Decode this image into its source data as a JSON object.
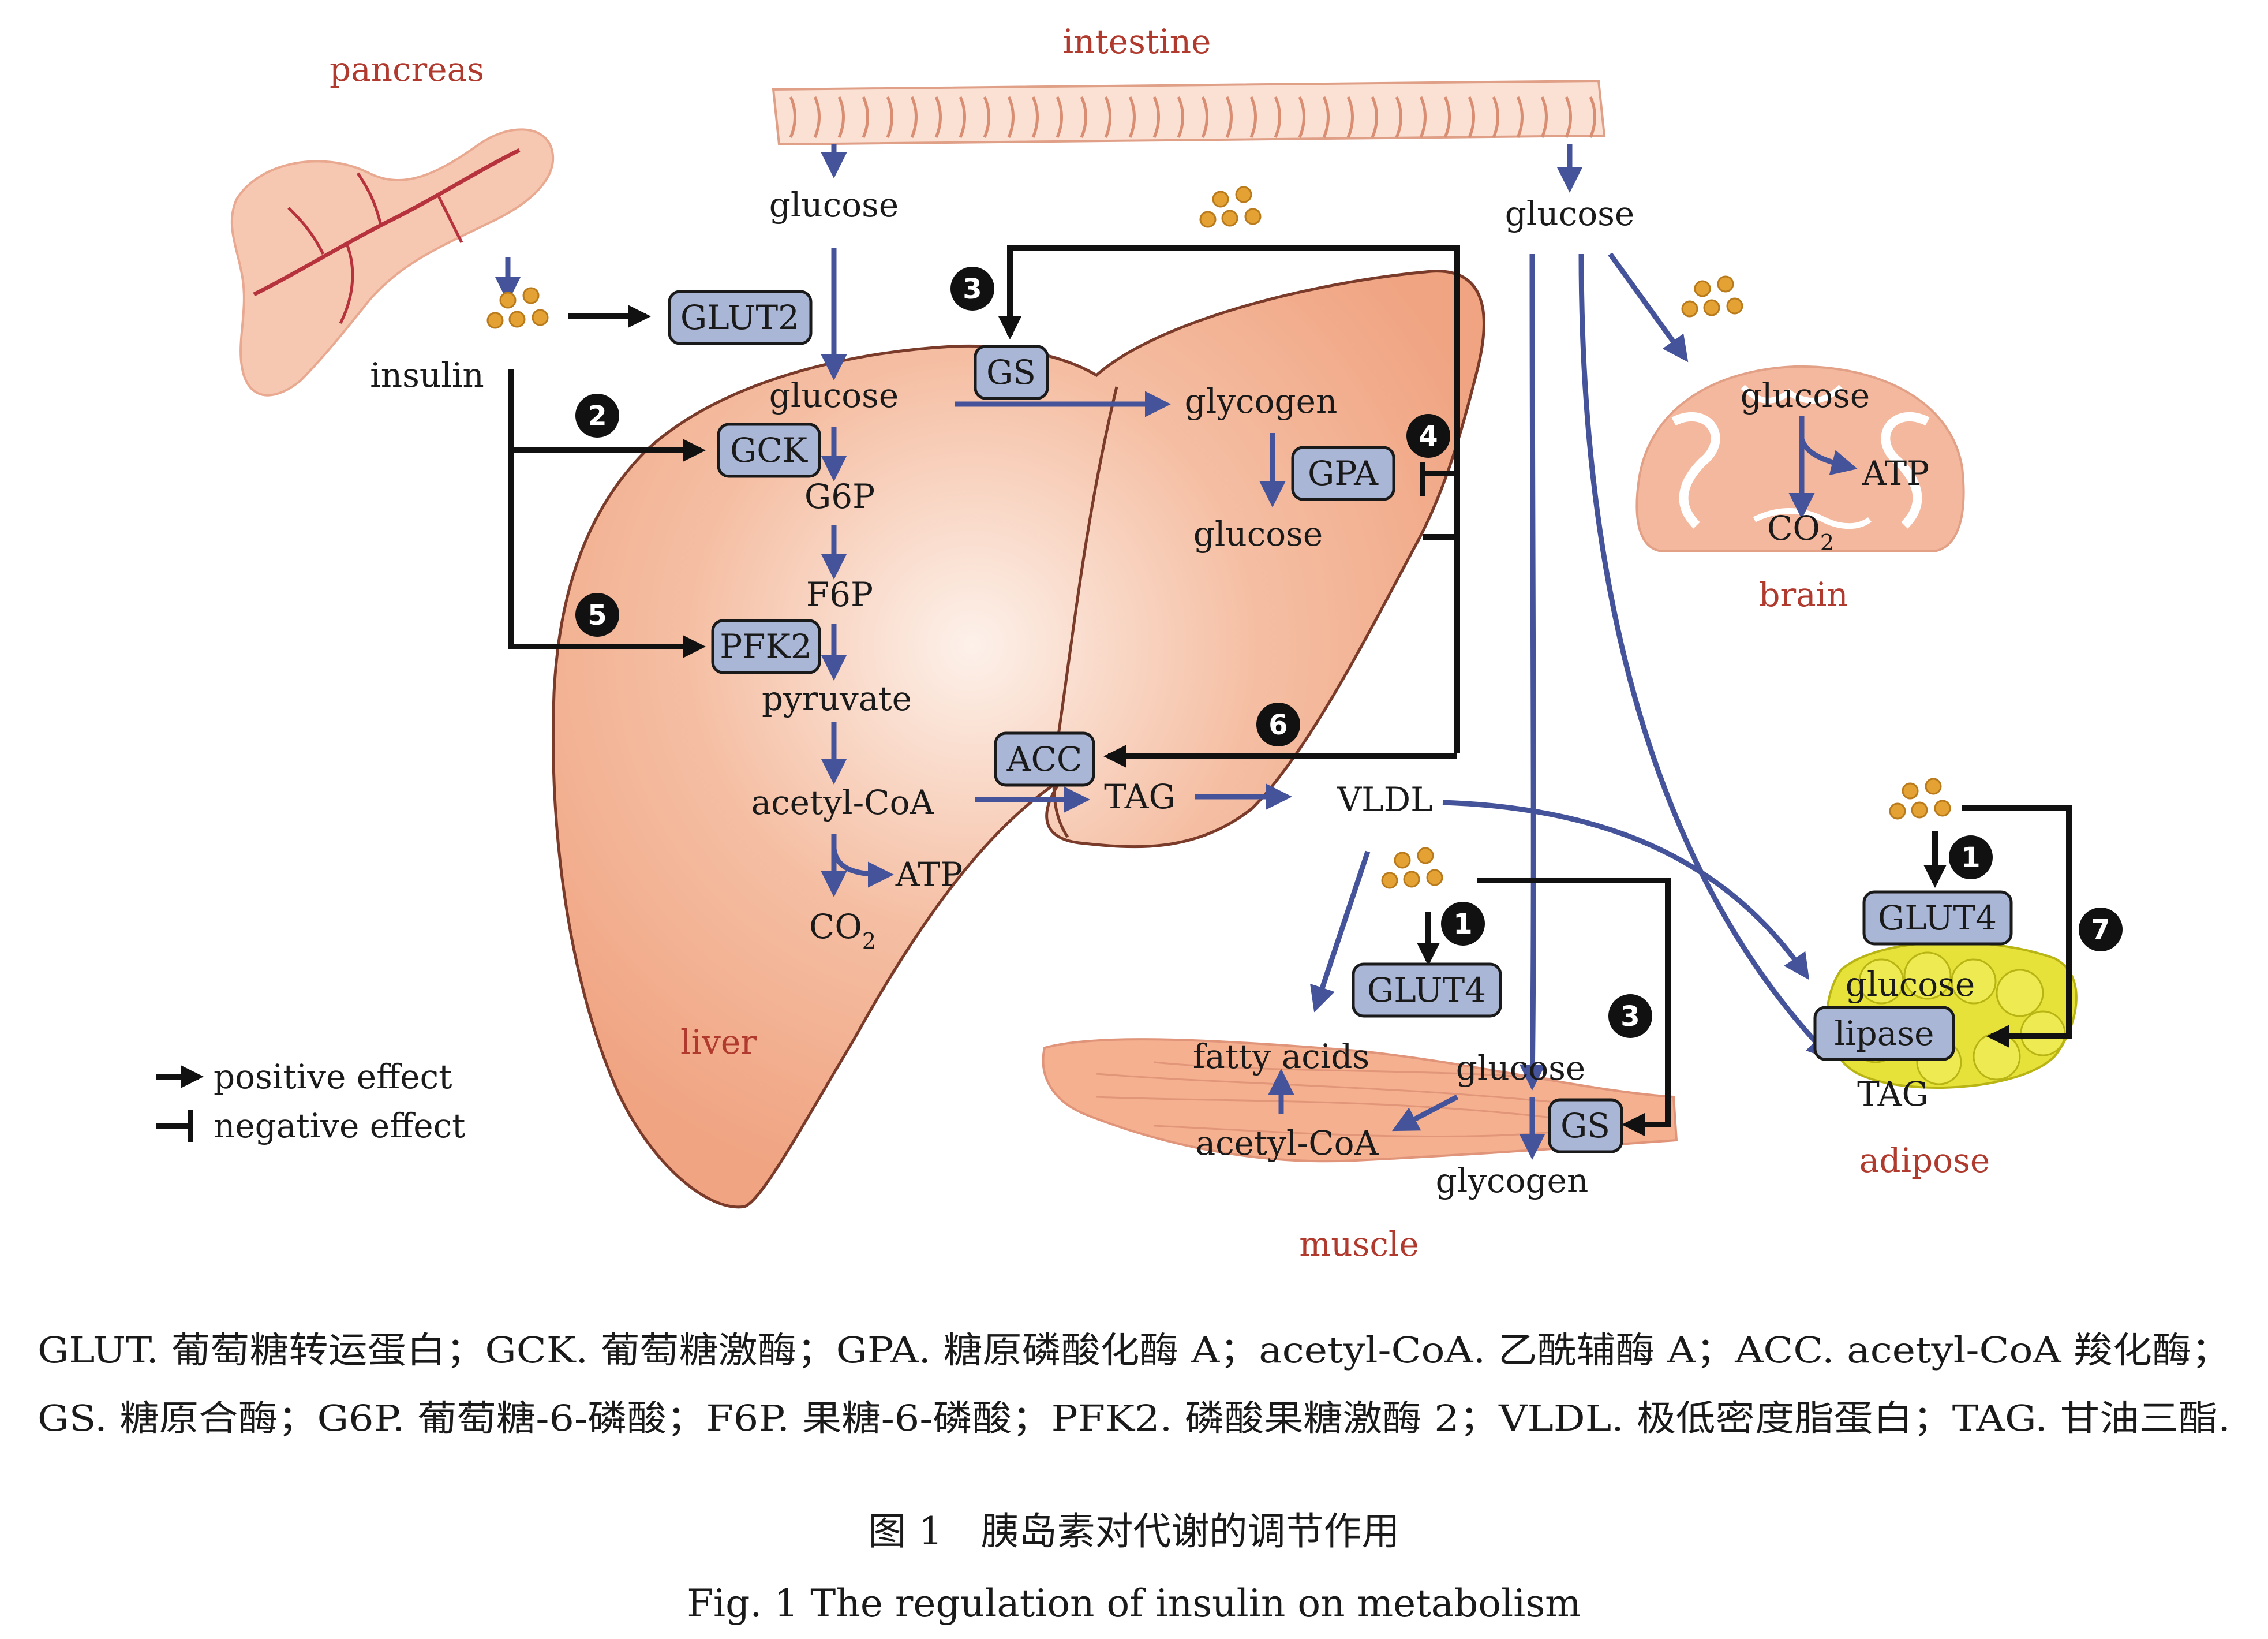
{
  "organs": {
    "pancreas": "pancreas",
    "intestine": "intestine",
    "liver": "liver",
    "brain": "brain",
    "muscle": "muscle",
    "adipose": "adipose"
  },
  "metabolites": {
    "insulin": "insulin",
    "int_glucose_left": "glucose",
    "int_glucose_right": "glucose",
    "liver_glucose": "glucose",
    "g6p": "G6P",
    "f6p": "F6P",
    "pyruvate": "pyruvate",
    "acetyl_coa": "acetyl-CoA",
    "liver_atp": "ATP",
    "liver_co2": "CO",
    "liver_co2_sub": "2",
    "glycogen": "glycogen",
    "liver_glucose2": "glucose",
    "tag": "TAG",
    "vldl": "VLDL",
    "brain_glucose": "glucose",
    "brain_atp": "ATP",
    "brain_co2": "CO",
    "brain_co2_sub": "2",
    "fatty_acids": "fatty acids",
    "muscle_glucose": "glucose",
    "muscle_acetyl_coa": "acetyl-CoA",
    "muscle_glycogen": "glycogen",
    "adipose_glucose": "glucose",
    "adipose_tag": "TAG"
  },
  "enzymes": {
    "glut2": "GLUT2",
    "gck": "GCK",
    "pfk2": "PFK2",
    "gs_liver": "GS",
    "gpa": "GPA",
    "acc": "ACC",
    "glut4_muscle": "GLUT4",
    "gs_muscle": "GS",
    "glut4_adipose": "GLUT4",
    "lipase": "lipase"
  },
  "markers": {
    "m2": "2",
    "m5": "5",
    "m3_liver": "3",
    "m4": "4",
    "m6": "6",
    "m1_muscle": "1",
    "m3_muscle": "3",
    "m1_adipose": "1",
    "m7": "7"
  },
  "legend": {
    "positive": "positive effect",
    "negative": "negative effect"
  },
  "caption": {
    "line1": "GLUT. 葡萄糖转运蛋白；GCK. 葡萄糖激酶；GPA. 糖原磷酸化酶 A；acetyl-CoA. 乙酰辅酶 A；ACC. acetyl-CoA 羧化酶；",
    "line2": "GS. 糖原合酶；G6P. 葡萄糖-6-磷酸；F6P. 果糖-6-磷酸；PFK2. 磷酸果糖激酶 2；VLDL. 极低密度脂蛋白；TAG. 甘油三酯.",
    "title_cn": "图 1　胰岛素对代谢的调节作用",
    "title_en": "Fig. 1   The regulation of insulin on metabolism"
  },
  "colors": {
    "blue_arrow": "#45539a",
    "black_arrow": "#111111",
    "organ_label": "#b03a2e",
    "liver_fill": "#f2a98a",
    "enzyme_box": "#a9b6d6",
    "insulin_dot": "#e3a233",
    "fat_yellow": "#e6e23a"
  }
}
